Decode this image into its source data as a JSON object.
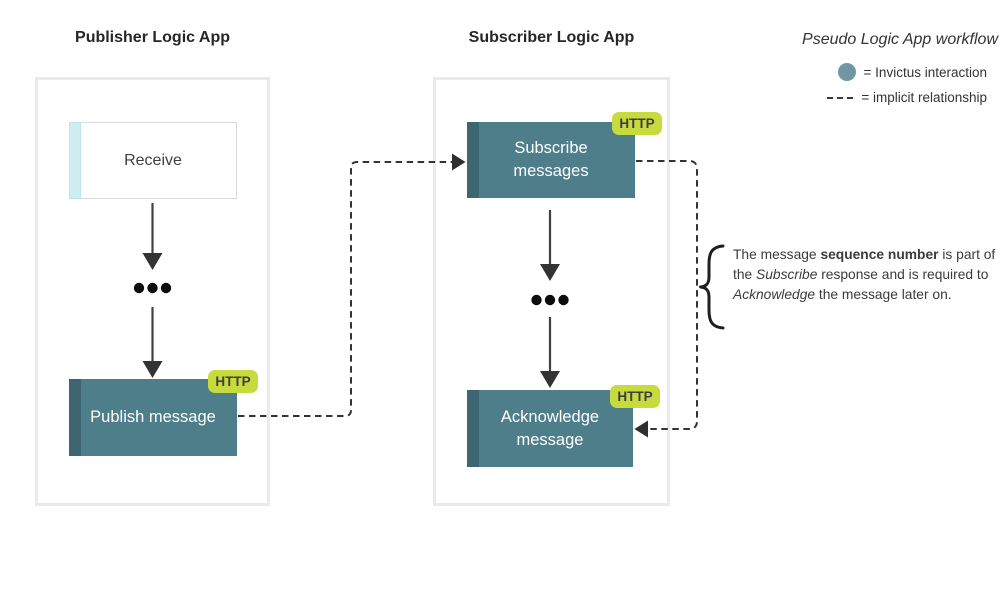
{
  "publisher": {
    "title": "Publisher Logic App",
    "receive_label": "Receive",
    "publish_label": "Publish message"
  },
  "subscriber": {
    "title": "Subscriber Logic App",
    "subscribe_label": "Subscribe messages",
    "acknowledge_label": "Acknowledge message"
  },
  "badge_label": "HTTP",
  "legend": {
    "title": "Pseudo Logic App workflow",
    "items": [
      {
        "symbol": "teal-circle",
        "label": "= Invictus interaction"
      },
      {
        "symbol": "dashed-line",
        "label": "= implicit relationship"
      }
    ]
  },
  "annotation": {
    "text_runs": [
      {
        "text": "The message ",
        "style": "normal"
      },
      {
        "text": "sequence number",
        "style": "bold"
      },
      {
        "text": " is part of the ",
        "style": "normal"
      },
      {
        "text": "Subscribe",
        "style": "italic"
      },
      {
        "text": " response and is required to ",
        "style": "normal"
      },
      {
        "text": "Acknowledge",
        "style": "italic"
      },
      {
        "text": " the message later on.",
        "style": "normal"
      }
    ]
  },
  "colors": {
    "box_teal": "#4D7E8A",
    "box_teal_dark": "#3D6572",
    "badge_green": "#C7DA3E",
    "receive_strip_cyan": "#CFEEF3",
    "panel_border_gray": "#EAEAEA",
    "legend_circle_teal": "#6E97A1",
    "line_dark": "#333333"
  }
}
